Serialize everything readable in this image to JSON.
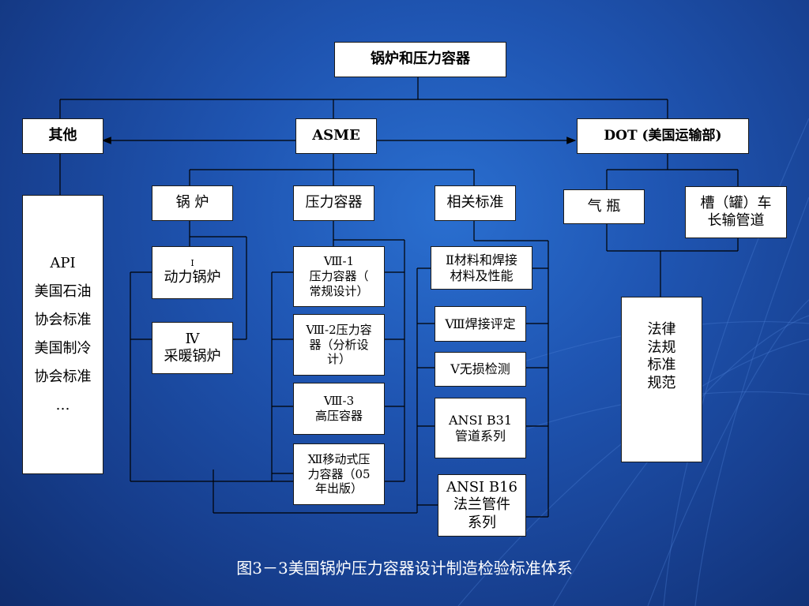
{
  "diagram": {
    "root": "锅炉和压力容器",
    "other": "其他",
    "asme": "ASME",
    "dot": "DOT (美国运输部)",
    "other_child": [
      "API",
      "美国石油",
      "协会标准",
      "美国制冷",
      "协会标准",
      "…"
    ],
    "boiler": "锅  炉",
    "pressure_vessel": "压力容器",
    "related_standards": "相关标准",
    "gas_cylinder": "气  瓶",
    "tank_car": [
      "槽（罐）车",
      "长输管道"
    ],
    "power_boiler": [
      "Ⅰ",
      "动力锅炉"
    ],
    "heating_boiler": [
      "Ⅳ",
      "采暖锅炉"
    ],
    "viii_1": [
      "Ⅷ-1",
      "压力容器（",
      "常规设计）"
    ],
    "viii_2": [
      "Ⅷ-2压力容",
      "器（分析设",
      "计）"
    ],
    "viii_3": [
      "Ⅷ-3",
      "高压容器"
    ],
    "xii": [
      "Ⅻ移动式压",
      "力容器（05",
      "年出版）"
    ],
    "ii_materials": [
      "Ⅱ材料和焊接",
      "材料及性能"
    ],
    "ix_welding": "Ⅷ焊接评定",
    "v_ndt": "Ⅴ无损检测",
    "ansi_b31": [
      "ANSI B31",
      "管道系列"
    ],
    "ansi_b16": [
      "ANSI B16",
      "法兰管件",
      "系列"
    ],
    "laws": [
      "法律",
      "法规",
      "标准",
      "规范"
    ]
  },
  "caption": "图3－3美国锅炉压力容器设计制造检验标准体系",
  "colors": {
    "background": "#1f55b2",
    "box_fill": "#ffffff",
    "line": "#000000",
    "caption": "#ffffff"
  }
}
